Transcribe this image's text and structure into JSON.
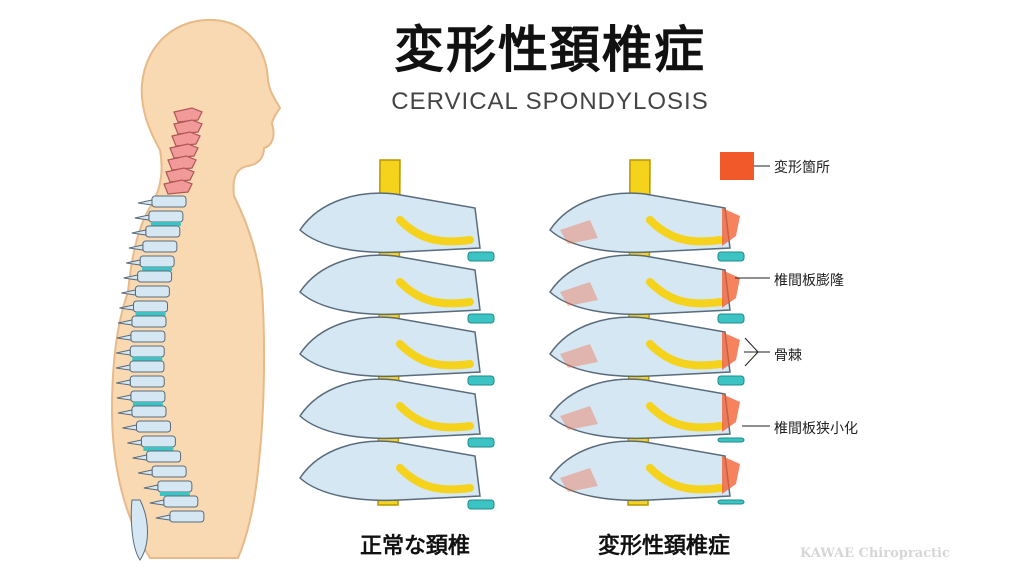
{
  "title": "変形性頚椎症",
  "subtitle": "CERVICAL SPONDYLOSIS",
  "captions": {
    "normal": "正常な頚椎",
    "degenerated": "変形性頚椎症"
  },
  "legend": {
    "deformed_area": "変形箇所"
  },
  "labels": {
    "disc_bulge": "椎間板膨隆",
    "osteophyte": "骨棘",
    "disc_narrowing": "椎間板狭小化"
  },
  "watermark": "KAWAE Chiropractic",
  "colors": {
    "skin": "#f9d9b2",
    "skin_outline": "#e8b989",
    "bone": "#d6e7f4",
    "bone_outline": "#5a6b7a",
    "nerve": "#f5d21c",
    "disc": "#3cc4c4",
    "cervical_highlight": "#f29a9a",
    "deformed": "#f2592a"
  }
}
